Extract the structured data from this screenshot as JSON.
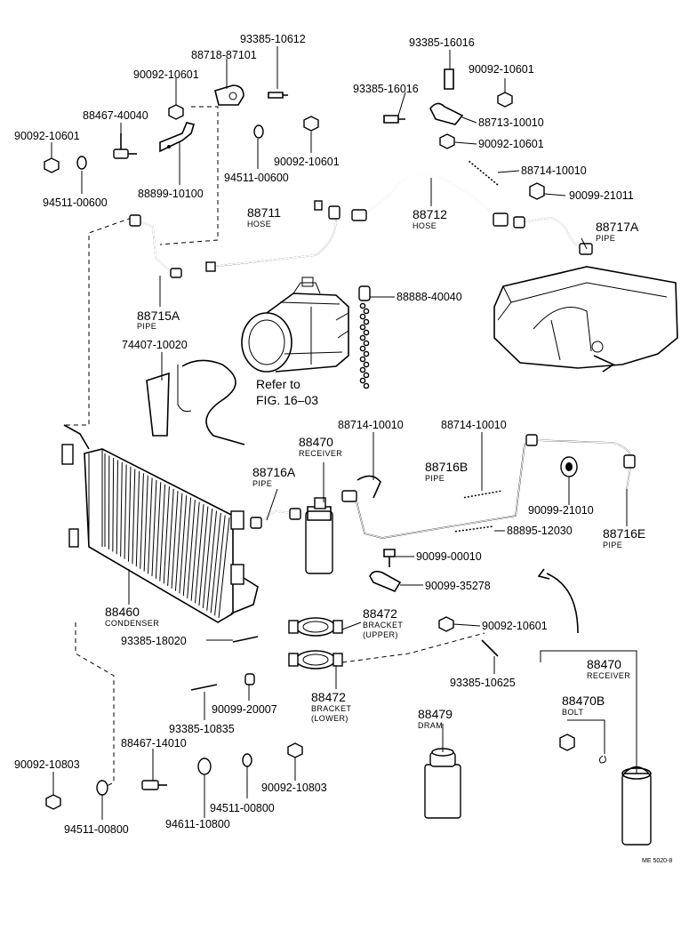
{
  "parts": [
    {
      "id": "p1",
      "number": "93385-10612"
    },
    {
      "id": "p2",
      "number": "88718-87101"
    },
    {
      "id": "p3",
      "number": "90092-10601"
    },
    {
      "id": "p4",
      "number": "88467-40040"
    },
    {
      "id": "p5",
      "number": "90092-10601"
    },
    {
      "id": "p6",
      "number": "94511-00600"
    },
    {
      "id": "p7",
      "number": "88899-10100"
    },
    {
      "id": "p8",
      "number": "94511-00600"
    },
    {
      "id": "p9",
      "number": "90092-10601"
    },
    {
      "id": "p10",
      "number": "93385-16016"
    },
    {
      "id": "p11",
      "number": "93385-16016"
    },
    {
      "id": "p12",
      "number": "90092-10601"
    },
    {
      "id": "p13",
      "number": "88713-10010"
    },
    {
      "id": "p14",
      "number": "90092-10601"
    },
    {
      "id": "p15",
      "number": "88714-10010"
    },
    {
      "id": "p16",
      "number": "90099-21011"
    },
    {
      "id": "p17",
      "number": "88711",
      "name": "HOSE"
    },
    {
      "id": "p18",
      "number": "88712",
      "name": "HOSE"
    },
    {
      "id": "p19",
      "number": "88717A",
      "name": "PIPE"
    },
    {
      "id": "p20",
      "number": "88715A",
      "name": "PIPE"
    },
    {
      "id": "p21",
      "number": "88888-40040"
    },
    {
      "id": "p22",
      "number": "74407-10020"
    },
    {
      "id": "p23",
      "number": "88714-10010"
    },
    {
      "id": "p24",
      "number": "88714-10010"
    },
    {
      "id": "p25",
      "number": "88470",
      "name": "RECEIVER"
    },
    {
      "id": "p26",
      "number": "88716A",
      "name": "PIPE"
    },
    {
      "id": "p27",
      "number": "88716B",
      "name": "PIPE"
    },
    {
      "id": "p28",
      "number": "90099-21010"
    },
    {
      "id": "p29",
      "number": "88895-12030"
    },
    {
      "id": "p30",
      "number": "88716E",
      "name": "PIPE"
    },
    {
      "id": "p31",
      "number": "90099-00010"
    },
    {
      "id": "p32",
      "number": "90099-35278"
    },
    {
      "id": "p33",
      "number": "88460",
      "name": "CONDENSER"
    },
    {
      "id": "p34",
      "number": "88472",
      "name": "BRACKET",
      "sub": "(UPPER)"
    },
    {
      "id": "p35",
      "number": "90092-10601"
    },
    {
      "id": "p36",
      "number": "93385-18020"
    },
    {
      "id": "p37",
      "number": "93385-10625"
    },
    {
      "id": "p38",
      "number": "88470",
      "name": "RECEIVER"
    },
    {
      "id": "p39",
      "number": "88472",
      "name": "BRACKET",
      "sub": "(LOWER)"
    },
    {
      "id": "p40",
      "number": "90099-20007"
    },
    {
      "id": "p41",
      "number": "93385-10835"
    },
    {
      "id": "p42",
      "number": "88470B",
      "name": "BOLT"
    },
    {
      "id": "p43",
      "number": "88479",
      "name": "DRAM"
    },
    {
      "id": "p44",
      "number": "88467-14010"
    },
    {
      "id": "p45",
      "number": "90092-10803"
    },
    {
      "id": "p46",
      "number": "90092-10803"
    },
    {
      "id": "p47",
      "number": "94511-00800"
    },
    {
      "id": "p48",
      "number": "94611-10800"
    },
    {
      "id": "p49",
      "number": "94511-00800"
    }
  ],
  "refer_note": {
    "line1": "Refer to",
    "line2": "FIG. 16–03"
  },
  "figure_code": "ME 5020-8"
}
